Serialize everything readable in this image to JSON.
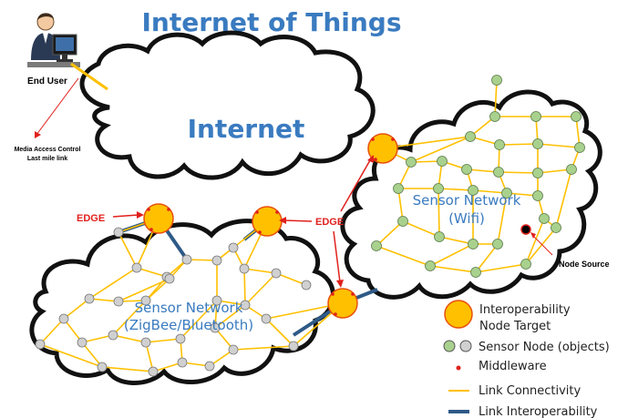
{
  "title": "Internet of Things",
  "internet_label": "Internet",
  "end_user": {
    "label": "End User",
    "link_note_line1": "Media Access Control",
    "link_note_line2": "Last mile link"
  },
  "edge_label": "EDGE",
  "node_source_label": "Node Source",
  "networks": {
    "zigbee": {
      "line1": "Sensor Network",
      "line2": "(ZigBee/Bluetooth)"
    },
    "wifi": {
      "line1": "Sensor Network",
      "line2": "(Wifi)"
    }
  },
  "legend": {
    "interop_line1": "Interoperability",
    "interop_line2": "Node Target",
    "sensor_node": "Sensor Node (objects)",
    "middleware": "Middleware",
    "link_connectivity": "Link Connectivity",
    "link_interoperability": "Link Interoperability"
  },
  "colors": {
    "title": "#3a7bc0",
    "network_label": "#3a7bc0",
    "edge_red": "#e0201c",
    "interop_node": "#ffc000",
    "interop_border": "#e8500a",
    "sensor_green": "#a9d18e",
    "sensor_gray": "#d0d0d0",
    "link_yellow": "#ffc000",
    "link_interop": "#2e5a87"
  }
}
